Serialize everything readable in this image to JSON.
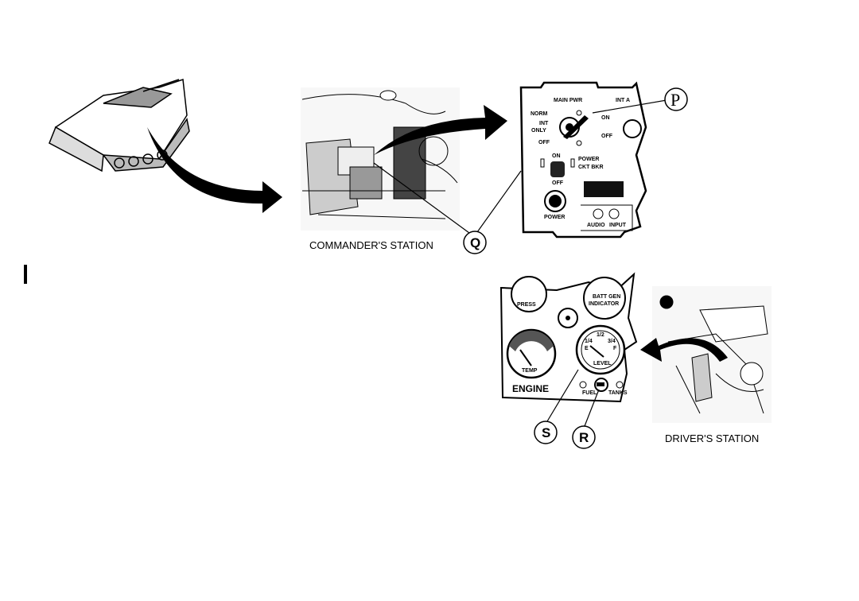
{
  "captions": {
    "commander": "COMMANDER'S STATION",
    "driver": "DRIVER'S STATION"
  },
  "callouts": {
    "p": "P",
    "q": "Q",
    "r": "R",
    "s": "S"
  },
  "power_panel": {
    "main_pwr": "MAIN PWR",
    "int_a": "INT A",
    "norm": "NORM",
    "int": "INT",
    "only": "ONLY",
    "off1": "OFF",
    "on2": "ON",
    "off2": "OFF",
    "on3": "ON",
    "off3": "OFF",
    "power_ckt": "POWER",
    "ckt_bkr": "CKT BKR",
    "power": "POWER",
    "audio": "AUDIO",
    "input": "INPUT"
  },
  "gauge_panel": {
    "press": "PRESS",
    "batt": "BATT GEN",
    "indicator": "INDICATOR",
    "temp": "TEMP",
    "engine": "ENGINE",
    "level": "LEVEL",
    "half": "1/2",
    "e": "E",
    "f": "F",
    "quarter": "1/4",
    "three_quarter": "3/4",
    "fuel": "FUEL",
    "tanks": "TANKS"
  }
}
